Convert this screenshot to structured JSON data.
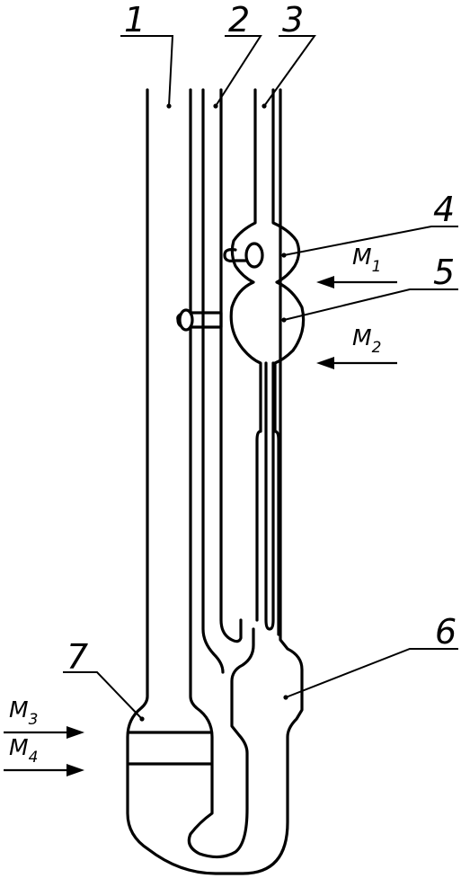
{
  "labels": {
    "l1": "1",
    "l2": "2",
    "l3": "3",
    "l4": "4",
    "l5": "5",
    "l6": "6",
    "l7": "7"
  },
  "marks": {
    "m1": {
      "letter": "M",
      "sub": "1"
    },
    "m2": {
      "letter": "M",
      "sub": "2"
    },
    "m3": {
      "letter": "M",
      "sub": "3"
    },
    "m4": {
      "letter": "M",
      "sub": "4"
    }
  }
}
